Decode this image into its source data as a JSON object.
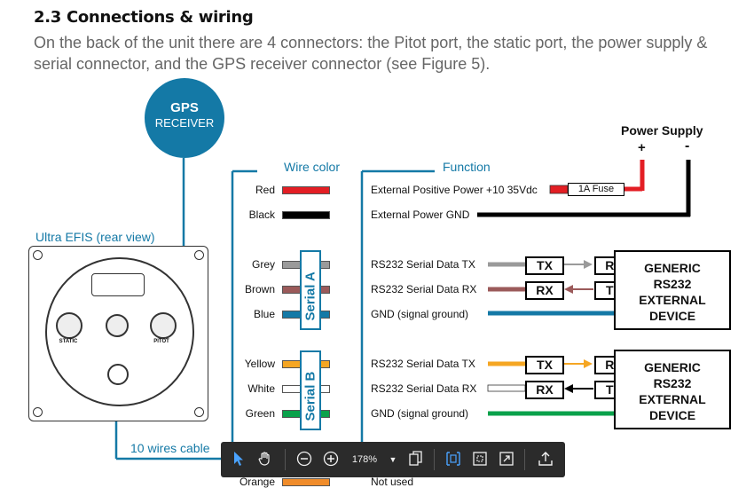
{
  "heading": "2.3 Connections & wiring",
  "paragraph": "On the back of the unit there are 4 connectors: the Pitot port, the static port, the power supply & serial connector, and the GPS receiver connector (see Figure 5).",
  "gps": {
    "line1": "GPS",
    "line2": "RECEIVER"
  },
  "efis_label": "Ultra EFIS (rear view)",
  "cable_label": "10 wires cable",
  "ports": {
    "static": "STATIC",
    "pitot": "PITOT"
  },
  "columns": {
    "wire_color": "Wire color",
    "function": "Function"
  },
  "power": {
    "title": "Power Supply",
    "plus": "+",
    "minus": "-",
    "fuse": "1A Fuse"
  },
  "wires": [
    {
      "color_name": "Red",
      "color": "#e31e24",
      "function": "External Positive Power +10 35Vdc"
    },
    {
      "color_name": "Black",
      "color": "#000000",
      "function": "External Power GND"
    },
    {
      "color_name": "Grey",
      "color": "#9a9a9a",
      "function": "RS232 Serial Data TX"
    },
    {
      "color_name": "Brown",
      "color": "#9b5a5a",
      "function": "RS232 Serial Data RX"
    },
    {
      "color_name": "Blue",
      "color": "#1479a6",
      "function": "GND (signal ground)"
    },
    {
      "color_name": "Yellow",
      "color": "#f5a623",
      "function": "RS232 Serial Data TX"
    },
    {
      "color_name": "White",
      "color": "#ffffff",
      "function": "RS232 Serial Data RX"
    },
    {
      "color_name": "Green",
      "color": "#0aa14b",
      "function": "GND (signal ground)"
    },
    {
      "color_name": "Orange",
      "color": "#f08c2a",
      "function": "Not used"
    }
  ],
  "serial_a": "Serial A",
  "serial_b": "Serial B",
  "boxes": {
    "tx": "TX",
    "rx": "RX"
  },
  "device": {
    "line1": "GENERIC",
    "line2": "RS232",
    "line3": "EXTERNAL",
    "line4": "DEVICE"
  },
  "toolbar": {
    "zoom": "178%"
  }
}
